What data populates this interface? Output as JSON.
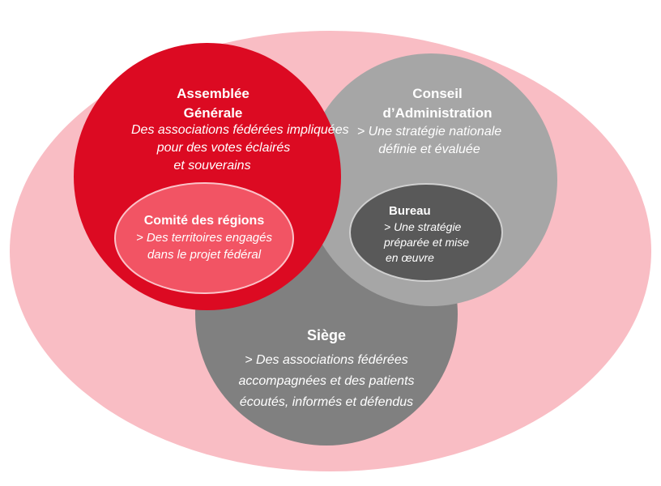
{
  "colors": {
    "background_ellipse": "#f9bdc4",
    "assemblee": "#dc0a22",
    "conseil": "#a6a6a6",
    "siege": "#808080",
    "comite": "#f25464",
    "bureau": "#595959",
    "text": "#ffffff"
  },
  "assemblee": {
    "title_lines": [
      "Assemblée",
      "Générale"
    ],
    "desc_lines": [
      "Des associations fédérées impliquées",
      "pour des votes éclairés",
      "et souverains"
    ]
  },
  "conseil": {
    "title_lines": [
      "Conseil",
      "d’Administration"
    ],
    "desc_lines": [
      "> Une stratégie nationale",
      "définie et évaluée"
    ]
  },
  "comite": {
    "title": "Comité des régions",
    "desc_lines": [
      "> Des territoires engagés",
      "dans le projet fédéral"
    ]
  },
  "bureau": {
    "title": "Bureau",
    "desc_lines": [
      "> Une stratégie",
      "préparée et mise",
      "en œuvre"
    ]
  },
  "siege": {
    "title": "Siège",
    "desc_lines": [
      "> Des associations fédérées",
      "accompagnées et des patients",
      "écoutés, informés et défendus"
    ]
  }
}
